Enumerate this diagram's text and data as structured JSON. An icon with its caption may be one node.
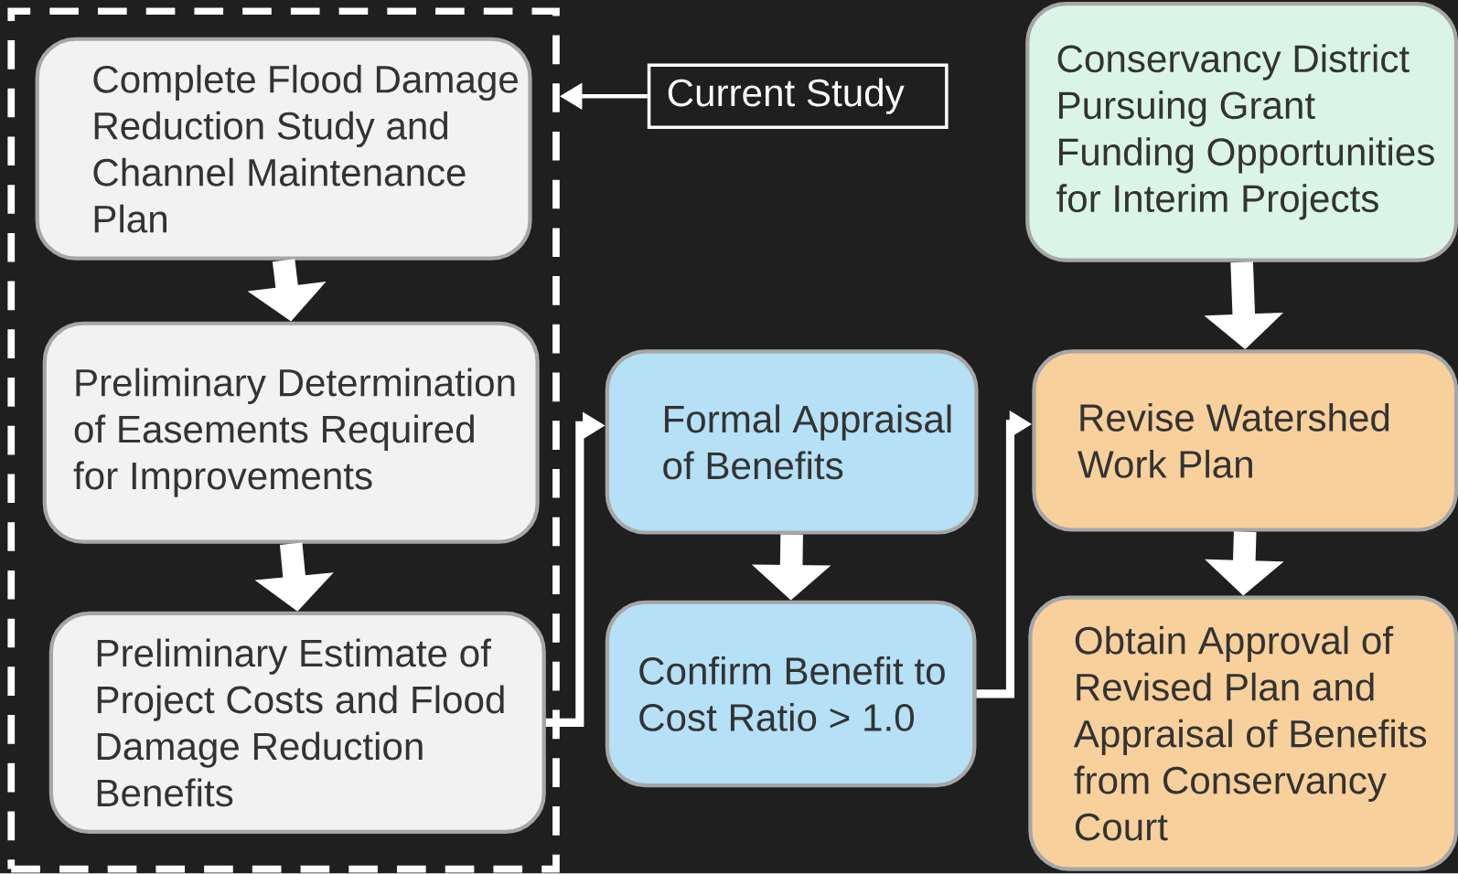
{
  "diagram": {
    "nodes": [
      {
        "text": [],
        "shape": "box"
      },
      {
        "text": [
          "Complete Flood Damage Reduction Study and Channel Maintenance Plan"
        ],
        "in": 0
      },
      {
        "text": [
          "Preliminary Determination of Easements Required for Improvements"
        ],
        "in": 0
      },
      {
        "text": [
          "Preliminary Estimate of Project Costs and Flood Damage Reduction Benefits"
        ],
        "in": 0
      },
      {
        "text": [
          "Current Study"
        ]
      },
      {
        "text": [
          "Formal Appraisal of Benefits"
        ]
      },
      {
        "text": [
          "Confirm Benefit to Cost Ratio > 1.0"
        ]
      },
      {
        "text": [
          "Conservancy District Pursuing Grant Funding Opportunities for Interim Projects"
        ]
      },
      {
        "text": [
          "Revise Watershed Work Plan"
        ]
      },
      {
        "text": [
          "Obtain Approval of Revised Plan and Appraisal of Benefits from Conservancy Court"
        ]
      }
    ],
    "edges": [
      {
        "from": 4,
        "to": 0,
        "arrow": "to"
      },
      {
        "from": 1,
        "to": 2,
        "arrow": "to"
      },
      {
        "from": 2,
        "to": 3,
        "arrow": "to"
      },
      {
        "from": 3,
        "to": 5,
        "arrow": "to"
      },
      {
        "from": 5,
        "to": 6,
        "arrow": "to"
      },
      {
        "from": 6,
        "to": 8,
        "arrow": "to"
      },
      {
        "from": 7,
        "to": 8,
        "arrow": "to"
      },
      {
        "from": 8,
        "to": 9,
        "arrow": "to"
      }
    ]
  }
}
